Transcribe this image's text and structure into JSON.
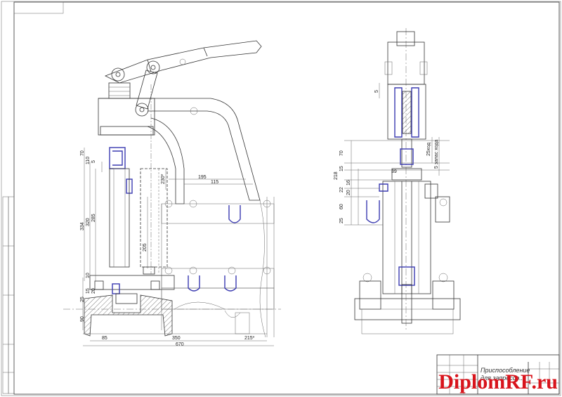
{
  "dimensions": {
    "left_view": {
      "horizontal": [
        "195",
        "115",
        "85",
        "350",
        "215*",
        "670"
      ],
      "vertical": [
        "70",
        "110",
        "5",
        "230*",
        "334",
        "320",
        "285",
        "205",
        "10",
        "25",
        "15",
        "20",
        "90"
      ]
    },
    "right_view": {
      "vertical": [
        "5",
        "70",
        "25ход",
        "5 запас хода",
        "15",
        "39",
        "218",
        "22",
        "16",
        "20",
        "60",
        "25"
      ]
    }
  },
  "title_block": {
    "title_line1": "Приспособление",
    "title_line2": "для запрессо..."
  },
  "watermark": "DiplomRF.ru",
  "colors": {
    "highlight": "#3a3ab0",
    "watermark": "#d8141c"
  }
}
